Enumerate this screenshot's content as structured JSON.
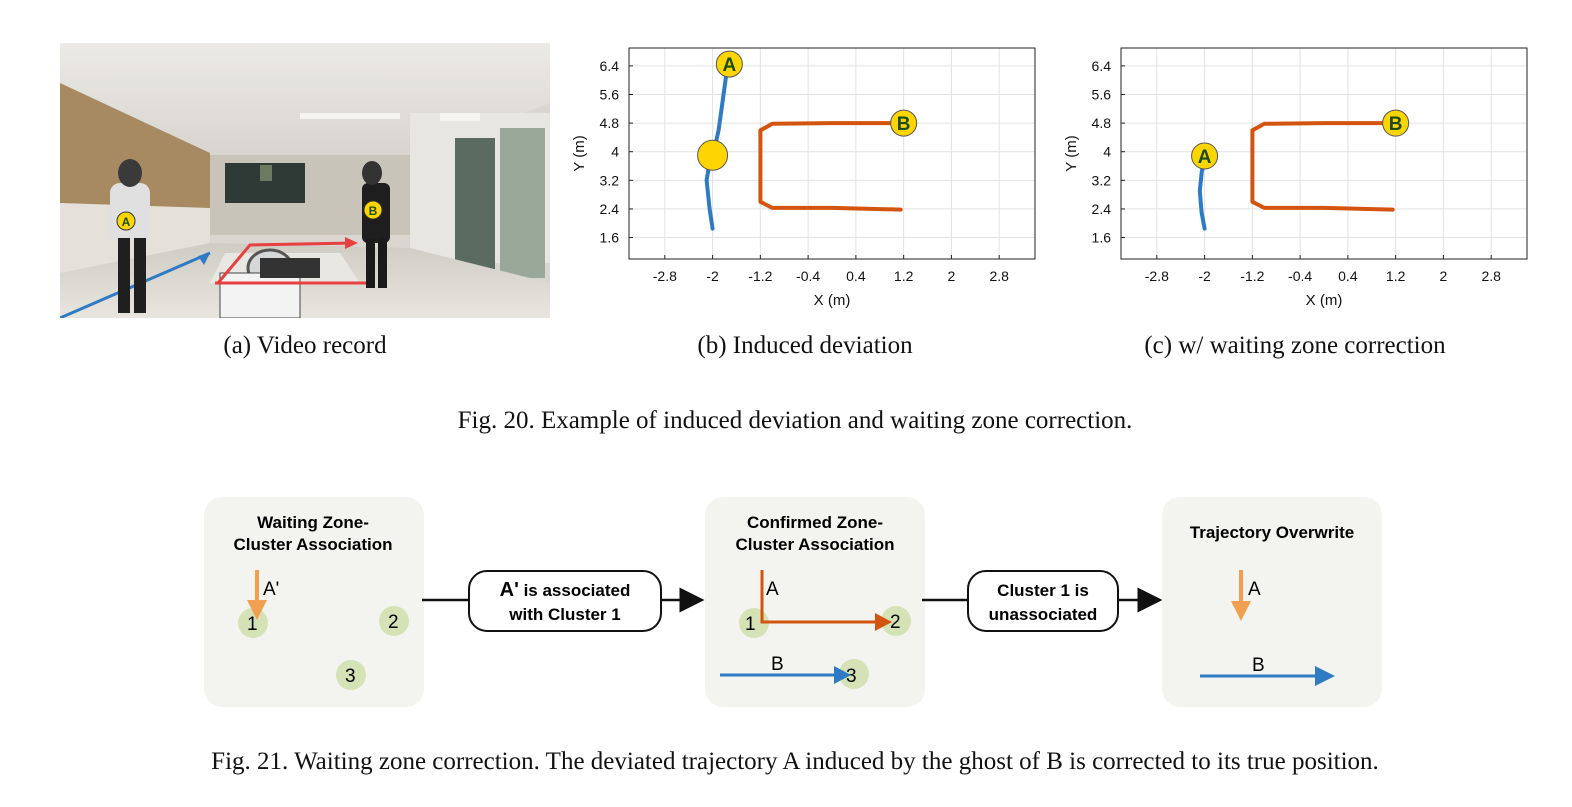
{
  "subfigures": {
    "a_caption": "(a) Video record",
    "b_caption": "(b) Induced deviation",
    "c_caption": "(c) w/ waiting zone correction"
  },
  "photo": {
    "marker_a": "A",
    "marker_b": "B"
  },
  "chart_data": [
    {
      "type": "line",
      "xlabel": "X (m)",
      "ylabel": "Y (m)",
      "xlim": [
        -3.4,
        3.4
      ],
      "ylim": [
        1.0,
        6.9
      ],
      "xticks": [
        -2.8,
        -2,
        -1.2,
        -0.4,
        0.4,
        1.2,
        2,
        2.8
      ],
      "yticks": [
        1.6,
        2.4,
        3.2,
        4,
        4.8,
        5.6,
        6.4
      ],
      "grid": true,
      "series": [
        {
          "color": "#2e7bc4",
          "x": [
            -2.0,
            -2.05,
            -2.1,
            -2.05,
            -1.98,
            -1.9,
            -1.75
          ],
          "y": [
            1.85,
            2.4,
            3.2,
            3.7,
            4.0,
            4.6,
            6.4
          ]
        },
        {
          "color": "#d2540e",
          "x": [
            1.2,
            0.0,
            -1.0,
            -1.2,
            -1.2,
            -1.0,
            0.0,
            1.15
          ],
          "y": [
            4.8,
            4.8,
            4.78,
            4.6,
            2.6,
            2.43,
            2.43,
            2.38
          ]
        }
      ],
      "markers": [
        {
          "label": "A",
          "x": -1.72,
          "y": 6.45
        },
        {
          "label": "B",
          "x": 1.2,
          "y": 4.8
        },
        {
          "label": "",
          "x": -2.0,
          "y": 3.9
        }
      ]
    },
    {
      "type": "line",
      "xlabel": "X (m)",
      "ylabel": "Y (m)",
      "xlim": [
        -3.4,
        3.4
      ],
      "ylim": [
        1.0,
        6.9
      ],
      "xticks": [
        -2.8,
        -2,
        -1.2,
        -0.4,
        0.4,
        1.2,
        2,
        2.8
      ],
      "yticks": [
        1.6,
        2.4,
        3.2,
        4,
        4.8,
        5.6,
        6.4
      ],
      "grid": true,
      "series": [
        {
          "color": "#2e7bc4",
          "x": [
            -2.0,
            -2.05,
            -2.08,
            -2.05,
            -2.0
          ],
          "y": [
            1.85,
            2.3,
            2.9,
            3.4,
            3.9
          ]
        },
        {
          "color": "#d2540e",
          "x": [
            1.2,
            0.0,
            -1.0,
            -1.2,
            -1.2,
            -1.0,
            0.0,
            1.15
          ],
          "y": [
            4.8,
            4.8,
            4.78,
            4.6,
            2.6,
            2.43,
            2.43,
            2.38
          ]
        }
      ],
      "markers": [
        {
          "label": "A",
          "x": -2.0,
          "y": 3.88
        },
        {
          "label": "B",
          "x": 1.2,
          "y": 4.8
        }
      ]
    }
  ],
  "fig20_caption": "Fig. 20.  Example of induced deviation and waiting zone correction.",
  "diagram": {
    "box1": {
      "title_line1": "Waiting Zone-",
      "title_line2": "Cluster Association",
      "arrow_label": "A'",
      "cluster1": "1",
      "cluster2": "2",
      "cluster3": "3"
    },
    "step1": {
      "line1_bold": "A'",
      "line1_rest": " is associated",
      "line2": "with Cluster 1"
    },
    "box2": {
      "title_line1": "Confirmed Zone-",
      "title_line2": "Cluster Association",
      "arrow_a": "A",
      "arrow_b": "B",
      "cluster1": "1",
      "cluster2": "2",
      "cluster3": "3"
    },
    "step2": {
      "line1": "Cluster 1 is",
      "line2": "unassociated"
    },
    "box3": {
      "title": "Trajectory Overwrite",
      "arrow_a": "A",
      "arrow_b": "B"
    },
    "colors": {
      "orange": "#f0a050",
      "dark_orange": "#d2540e",
      "blue": "#2e7bc4",
      "cluster": "#d4e2b6",
      "panel": "#f3f4f0"
    }
  },
  "fig21_caption": "Fig. 21.  Waiting zone correction. The deviated trajectory A induced by the ghost of B is corrected to its true position."
}
